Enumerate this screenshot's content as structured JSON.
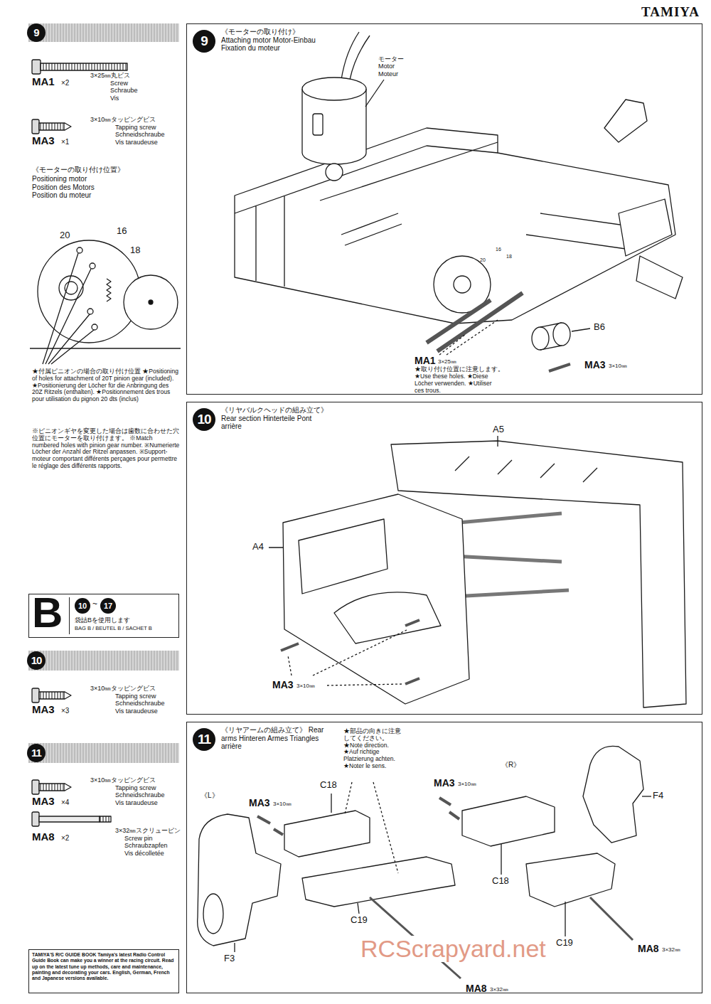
{
  "diagram": {
    "nodes": [
      {
        "text": [
          "9"
        ]
      },
      {
        "text": [
          "9",
          "《モーターの取り付け》 Attaching motor Motor-Einbau Fixation du moteur"
        ]
      },
      {
        "text": [
          "B",
          "10",
          "~",
          "17",
          "袋詰Bを使用します",
          "BAG B / BEUTEL B / SACHET B"
        ]
      },
      {
        "text": [
          "10"
        ]
      },
      {
        "text": [
          "10",
          "《リヤバルクヘッドの組み立て》 Rear section Hinterteile Pont arrière"
        ]
      },
      {
        "text": [
          "11"
        ]
      },
      {
        "text": [
          "11",
          "《リヤアームの組み立て》 Rear arms Hinteren Armes Triangles arrière"
        ]
      },
      {
        "text": [
          "TAMIYA'S R/C GUIDE BOOK Tamiya's latest Radio Control Guide Book can make you a winner at the racing circuit. Read up on the latest tune up methods, care and maintenance, painting and decorating your cars. English, German, French and Japanese versions available."
        ]
      }
    ],
    "labels": [
      "TAMIYA",
      "MA1",
      "×2",
      "3×25㎜丸ビス",
      "Screw Schraube Vis",
      "3×10㎜タッピングビス",
      "Tapping screw Schneidschraube Vis taraudeuse",
      "MA3",
      "×1",
      "《モーターの取り付け位置》",
      "Positioning motor Position des Motors Position du moteur",
      "20",
      "16",
      "18",
      "★付属ピニオンの場合の取り付け位置 ★Positioning of holes for attachment of 20T pinion gear (included). ★Positionierung der Löcher für die Anbringung des 20Z Ritzels (enthalten). ★Positionnement des trous pour utilisation du pignon 20 dts (inclus)",
      "※ピニオンギヤを変更した場合は歯数に合わせた穴位置にモーターを取り付けます。 ※Match numbered holes with pinion gear number. ※Numerierte Löcher der Anzahl der Ritzel anpassen. ※Support-moteur comportant différents perçages pour permettre le réglage des différents rapports.",
      "モーター Motor Moteur",
      "20",
      "16",
      "18",
      "MA1",
      "3×25㎜",
      "★取り付け位置に注意します。",
      "★Use these holes. ★Diese Löcher verwenden. ★Utiliser ces trous.",
      "B6",
      "MA3",
      "3×10㎜",
      "A5",
      "A4",
      "MA3",
      "3×10㎜",
      "3×10㎜タッピングビス",
      "Tapping screw Schneidschraube Vis taraudeuse",
      "MA3",
      "×3",
      "3×10㎜タッピングビス",
      "Tapping screw Schneidschraube Vis taraudeuse",
      "MA3",
      "×4",
      "3×32㎜スクリューピン",
      "Screw pin Schraubzapfen Vis décolletée",
      "MA8",
      "×2",
      "★部品の向きに注意してください。 ★Note direction. ★Auf richtige Platzierung achten. ★Noter le sens.",
      "MA3",
      "3×10㎜",
      "C18",
      "《L》",
      "《R》",
      "MA3",
      "3×10㎜",
      "F4",
      "C18",
      "C19",
      "F3",
      "C19",
      "MA8",
      "3×32㎜",
      "MA8",
      "3×32㎜",
      "RCScrapyard.net"
    ]
  }
}
